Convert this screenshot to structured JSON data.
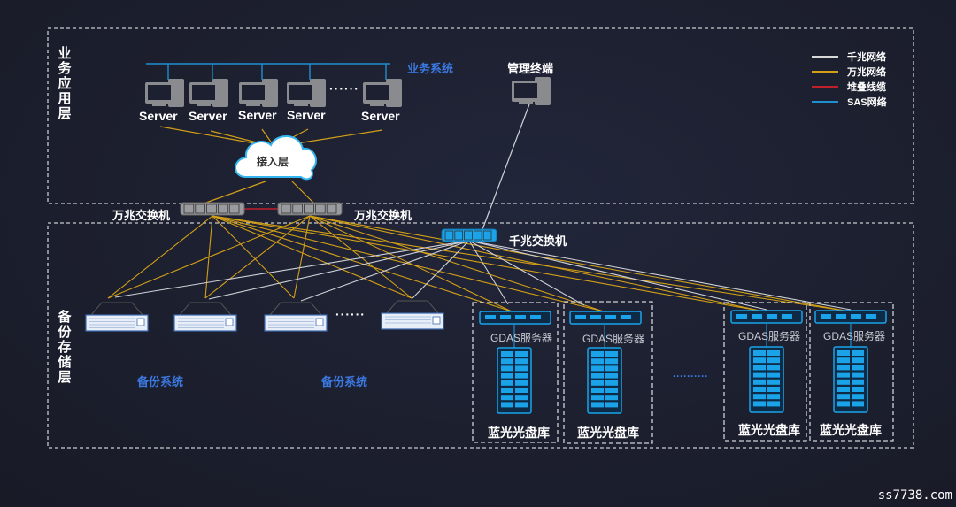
{
  "layers": {
    "business": {
      "label": "业务应用层"
    },
    "storage": {
      "label": "备份存储层"
    }
  },
  "business_system": {
    "label": "业务系统",
    "servers": [
      "Server",
      "Server",
      "Server",
      "Server",
      "Server"
    ],
    "ellipsis": "······"
  },
  "management_terminal": {
    "label": "管理终端"
  },
  "access_layer": {
    "label": "接入层"
  },
  "switches": {
    "ten_gig_left": "万兆交换机",
    "ten_gig_right": "万兆交换机",
    "gig": "千兆交换机"
  },
  "backup_systems": {
    "labels": [
      "备份系统",
      "备份系统"
    ],
    "ellipsis": "······"
  },
  "gdas_units": [
    {
      "server_label": "GDAS服务器",
      "library_label": "蓝光光盘库"
    },
    {
      "server_label": "GDAS服务器",
      "library_label": "蓝光光盘库"
    },
    {
      "server_label": "GDAS服务器",
      "library_label": "蓝光光盘库"
    },
    {
      "server_label": "GDAS服务器",
      "library_label": "蓝光光盘库"
    }
  ],
  "gdas_ellipsis": "··········",
  "legend": [
    {
      "label": "千兆网络",
      "color": "#d8d8d8"
    },
    {
      "label": "万兆网络",
      "color": "#d4a017"
    },
    {
      "label": "堆叠线缆",
      "color": "#c0202a"
    },
    {
      "label": "SAS网络",
      "color": "#1e8fd0"
    }
  ],
  "colors": {
    "gig": "#cfd2d8",
    "ten_gig": "#d4a017",
    "stack": "#c0202a",
    "sas": "#1e8fd0",
    "accent_blue": "#3b78e0",
    "device_blue": "#1aa3e8"
  },
  "watermark": "ss7738.com"
}
